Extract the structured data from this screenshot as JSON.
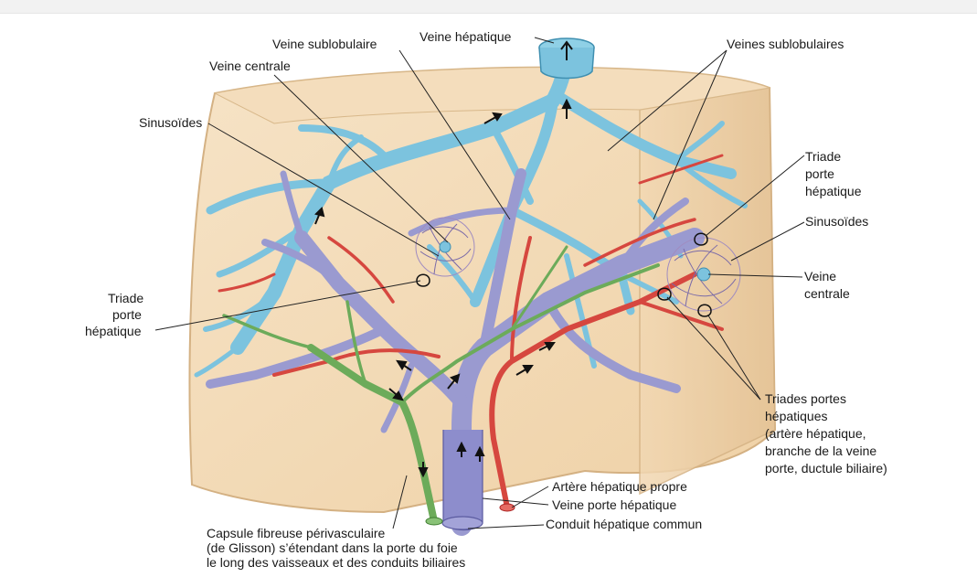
{
  "labels": {
    "veine_hepatique": "Veine hépatique",
    "veine_sublobulaire": "Veine sublobulaire",
    "veines_sublobulaires": "Veines sublobulaires",
    "veine_centrale_top": "Veine centrale",
    "sinusoides_left": "Sinusoïdes",
    "triade_right": [
      "Triade",
      "porte",
      "hépatique"
    ],
    "sinusoides_right": "Sinusoïdes",
    "veine_centrale_right": [
      "Veine",
      "centrale"
    ],
    "triade_left": [
      "Triade",
      "porte",
      "hépatique"
    ],
    "triades_portes": [
      "Triades portes",
      "hépatiques",
      "(artère hépatique,",
      "branche de la veine",
      "porte, ductule biliaire)"
    ],
    "artere_hepatique_propre": "Artère hépatique propre",
    "veine_porte_hepatique": "Veine porte hépatique",
    "conduit_hepatique_commun": "Conduit hépatique commun",
    "capsule": [
      "Capsule fibreuse périvasculaire",
      "(de Glisson) s’étendant dans la porte du foie",
      "le long des vaisseaux et des conduits biliaires"
    ]
  },
  "colors": {
    "liver": "#f3d9b4",
    "liver_edge": "#d9b98c",
    "hepatic_vein": "#7cc3de",
    "portal_vein": "#9a9ad0",
    "artery": "#d6473f",
    "bile_duct": "#6cab5a"
  }
}
